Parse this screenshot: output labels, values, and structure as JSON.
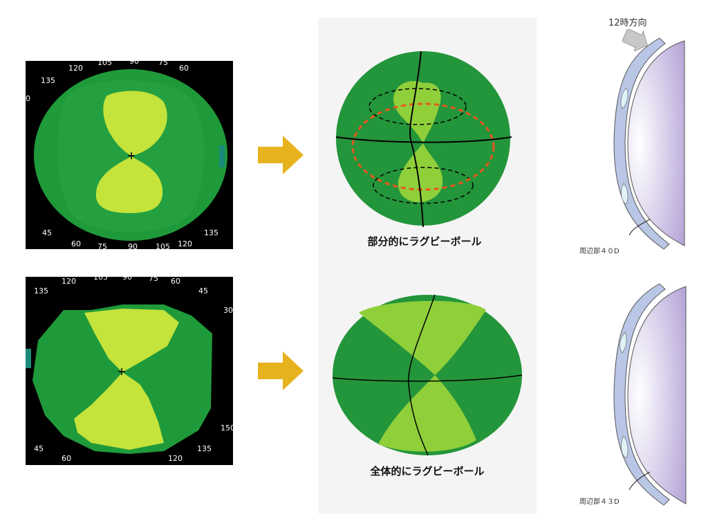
{
  "colors": {
    "bg": "#ffffff",
    "map_bg": "#000000",
    "dark_green": "#1f9a3a",
    "mid_green": "#2aa545",
    "light_green": "#c4e33b",
    "pale_green": "#8fcf3a",
    "arrow": "#e6b31e",
    "lens_purple": "#c8b8e0",
    "lens_shell": "#b9c6e6",
    "red_dash": "#e8561f"
  },
  "top_map": {
    "ticks": {
      "t120": "120",
      "t105": "105",
      "t90": "90",
      "t75": "75",
      "t60": "60",
      "t135": "135",
      "t0": "0",
      "t45": "45",
      "b60": "60",
      "b75": "75",
      "b90": "90",
      "b105": "105",
      "b120": "120",
      "b135": "135"
    }
  },
  "bottom_map": {
    "ticks": {
      "t135": "135",
      "t120": "120",
      "t105": "105",
      "t90": "90",
      "t75": "75",
      "t60": "60",
      "t45": "45",
      "t30": "30",
      "t150": "150",
      "b45": "45",
      "b60": "60",
      "b120": "120",
      "b135": "135"
    }
  },
  "captions": {
    "partial": "部分的にラグビーボール",
    "whole": "全体的にラグビーボール"
  },
  "lens_diagram": {
    "direction_label": "12時方向",
    "top_peripheral": "周辺部４０D",
    "bottom_peripheral": "周辺部４３D"
  }
}
